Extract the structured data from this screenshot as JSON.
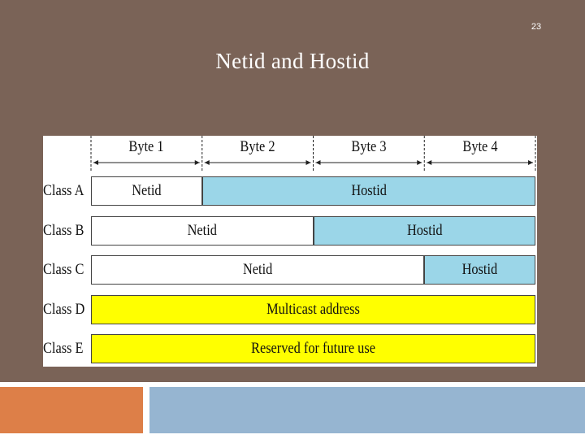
{
  "page_number": "23",
  "title": "Netid and Hostid",
  "diagram": {
    "bytes": [
      "Byte 1",
      "Byte 2",
      "Byte 3",
      "Byte 4"
    ],
    "classes": [
      {
        "label": "Class A",
        "cells": [
          {
            "text": "Netid",
            "span": 1,
            "color": "#ffffff"
          },
          {
            "text": "Hostid",
            "span": 3,
            "color": "#9bd6e8"
          }
        ]
      },
      {
        "label": "Class B",
        "cells": [
          {
            "text": "Netid",
            "span": 2,
            "color": "#ffffff"
          },
          {
            "text": "Hostid",
            "span": 2,
            "color": "#9bd6e8"
          }
        ]
      },
      {
        "label": "Class C",
        "cells": [
          {
            "text": "Netid",
            "span": 3,
            "color": "#ffffff"
          },
          {
            "text": "Hostid",
            "span": 1,
            "color": "#9bd6e8"
          }
        ]
      },
      {
        "label": "Class D",
        "cells": [
          {
            "text": "Multicast address",
            "span": 4,
            "color": "#ffff00"
          }
        ]
      },
      {
        "label": "Class E",
        "cells": [
          {
            "text": "Reserved for future use",
            "span": 4,
            "color": "#ffff00"
          }
        ]
      }
    ]
  },
  "colors": {
    "slide_background": "#7a6357",
    "footer_left": "#dd7f48",
    "footer_right": "#96b5d1",
    "hostid_fill": "#9bd6e8",
    "special_fill": "#ffff00"
  }
}
